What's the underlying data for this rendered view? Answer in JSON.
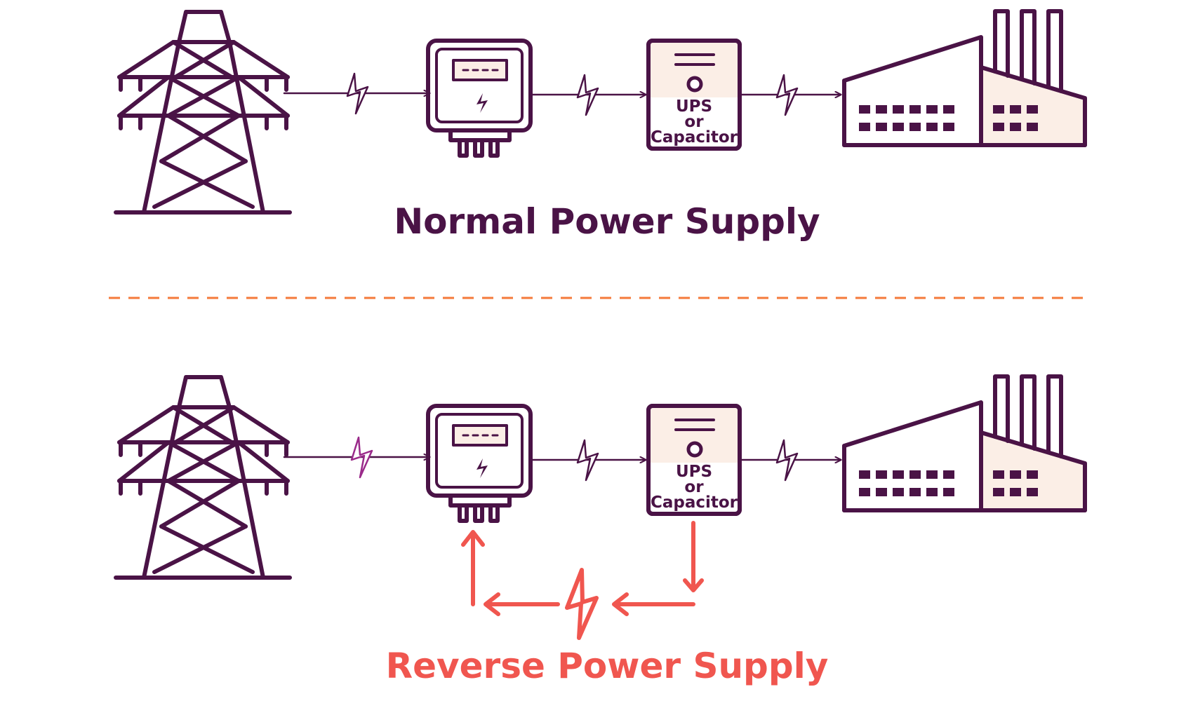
{
  "colors": {
    "ink": "#4a1346",
    "reverse": "#f0564f",
    "divider": "#f47a3a",
    "fill_light": "#fbeee6"
  },
  "sections": [
    {
      "title": "Normal Power Supply",
      "title_color": "#4a1346",
      "nodes": [
        {
          "icon": "transmission-tower-icon"
        },
        {
          "icon": "electric-meter-icon"
        },
        {
          "icon": "ups-capacitor-icon",
          "label_lines": [
            "UPS",
            "or",
            "Capacitor"
          ]
        },
        {
          "icon": "factory-icon"
        }
      ],
      "connectors": [
        "lightning-bolt-icon",
        "lightning-bolt-icon",
        "lightning-bolt-icon"
      ]
    },
    {
      "title": "Reverse Power Supply",
      "title_color": "#f0564f",
      "nodes": [
        {
          "icon": "transmission-tower-icon"
        },
        {
          "icon": "electric-meter-icon"
        },
        {
          "icon": "ups-capacitor-icon",
          "label_lines": [
            "UPS",
            "or",
            "Capacitor"
          ]
        },
        {
          "icon": "factory-icon"
        }
      ],
      "connectors": [
        "lightning-bolt-icon",
        "lightning-bolt-icon",
        "lightning-bolt-icon"
      ],
      "reverse_flow": {
        "icon": "reverse-lightning-bolt-icon",
        "from": "ups-capacitor",
        "to": "electric-meter"
      }
    }
  ]
}
